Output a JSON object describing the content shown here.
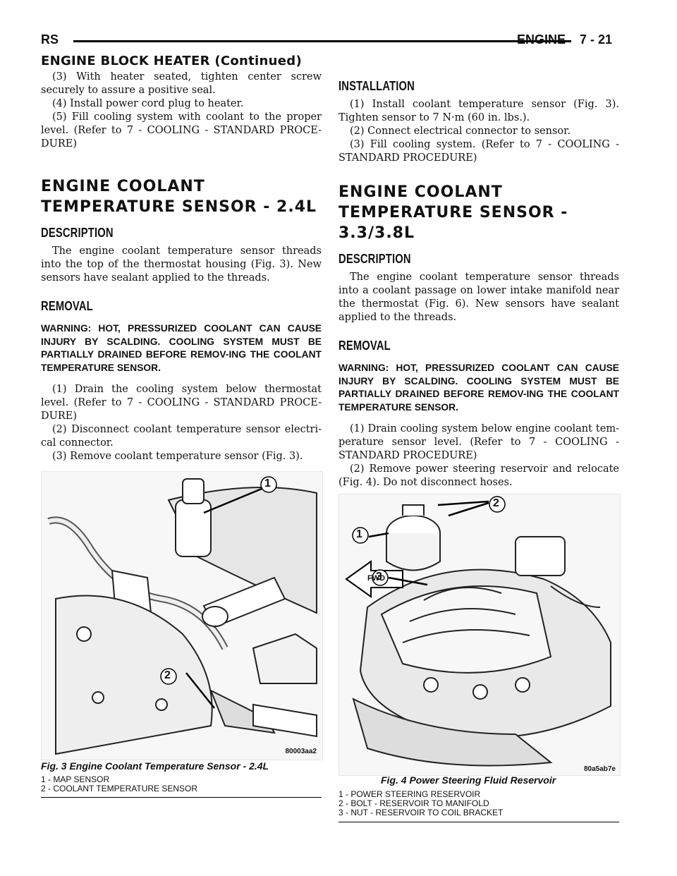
{
  "header": {
    "left": "RS",
    "right": "ENGINE    7 - 21"
  },
  "running_title": "ENGINE BLOCK HEATER (Continued)",
  "left": {
    "p1": "(3) With heater seated, tighten center screw securely to assure a positive seal.",
    "p2": "(4) Install power cord plug to heater.",
    "p3": "(5) Fill cooling system with coolant to the proper level. (Refer to 7 - COOLING - STANDARD PROCE-DURE)",
    "section_title": "ENGINE COOLANT TEMPERATURE SENSOR - 2.4L",
    "desc_heading": "DESCRIPTION",
    "desc_text": "The engine coolant temperature sensor threads into the top of the thermostat housing (Fig. 3). New sensors have sealant applied to the threads.",
    "removal_heading": "REMOVAL",
    "warning": "WARNING: HOT, PRESSURIZED COOLANT CAN CAUSE INJURY BY SCALDING. COOLING SYSTEM MUST BE PARTIALLY DRAINED BEFORE REMOV-ING THE COOLANT TEMPERATURE SENSOR.",
    "r1": "(1) Drain the cooling system below thermostat level. (Refer to 7 - COOLING - STANDARD PROCE-DURE)",
    "r2": "(2) Disconnect coolant temperature sensor electri-cal connector.",
    "r3": "(3) Remove coolant temperature sensor (Fig. 3)."
  },
  "right": {
    "install_heading": "INSTALLATION",
    "i1": "(1) Install coolant temperature sensor (Fig. 3). Tighten sensor to 7 N·m (60 in. lbs.).",
    "i2": "(2) Connect electrical connector to sensor.",
    "i3": "(3) Fill cooling system. (Refer to 7 - COOLING - STANDARD PROCEDURE)",
    "section_title": "ENGINE COOLANT TEMPERATURE SENSOR - 3.3/3.8L",
    "desc_heading": "DESCRIPTION",
    "desc_text": "The engine coolant temperature sensor threads into a coolant passage on lower intake manifold near the thermostat (Fig. 6). New sensors have sealant applied to the threads.",
    "removal_heading": "REMOVAL",
    "warning": "WARNING: HOT, PRESSURIZED COOLANT CAN CAUSE INJURY BY SCALDING. COOLING SYSTEM MUST BE PARTIALLY DRAINED BEFORE REMOV-ING THE COOLANT TEMPERATURE SENSOR.",
    "r1": "(1) Drain cooling system below engine coolant tem-perature sensor level. (Refer to 7 - COOLING - STANDARD PROCEDURE)",
    "r2": "(2) Remove power steering reservoir and relocate (Fig. 4). Do not disconnect hoses."
  },
  "fig3": {
    "title": "Fig. 3 Engine Coolant Temperature Sensor - 2.4L",
    "code": "80003aa2",
    "callouts": [
      "1",
      "2"
    ],
    "legend": [
      "1 - MAP SENSOR",
      "2 - COOLANT TEMPERATURE SENSOR"
    ]
  },
  "fig4": {
    "title": "Fig. 4 Power Steering Fluid Reservoir",
    "code": "80a5ab7e",
    "fwd_label": "FWD",
    "callouts": [
      "1",
      "2",
      "3"
    ],
    "legend": [
      "1 - POWER STEERING RESERVOIR",
      "2 - BOLT - RESERVOIR TO MANIFOLD",
      "3 - NUT - RESERVOIR TO COIL BRACKET"
    ]
  }
}
